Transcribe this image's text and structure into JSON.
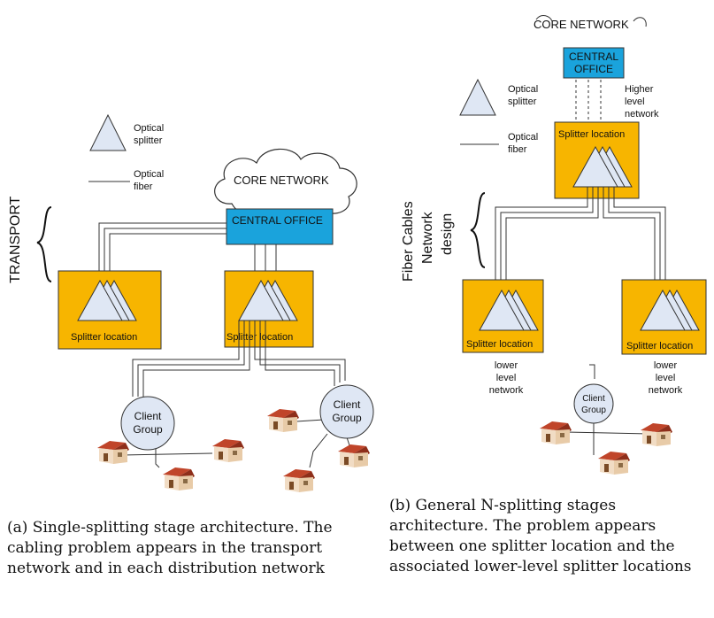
{
  "legend_a": {
    "splitter": [
      "Optical",
      "splitter"
    ],
    "fiber": [
      "Optical",
      "fiber"
    ]
  },
  "legend_b": {
    "splitter": [
      "Optical",
      "splitter"
    ],
    "fiber": [
      "Optical",
      "fiber"
    ]
  },
  "diagram_a": {
    "core": "CORE NETWORK",
    "central_office": "CENTRAL OFFICE",
    "transport": "TRANSPORT",
    "splitter_left": "Splitter location",
    "splitter_right": "Splitter location",
    "client_left": [
      "Client",
      "Group"
    ],
    "client_right": [
      "Client",
      "Group"
    ]
  },
  "diagram_b": {
    "core": "CORE NETWORK",
    "central_office": [
      "CENTRAL",
      "OFFICE"
    ],
    "higher": [
      "Higher",
      "level",
      "network"
    ],
    "top_splitter": "Splitter location",
    "side_label": [
      "Fiber Cables",
      "Network",
      "design"
    ],
    "splitter_left": "Splitter location",
    "splitter_right": "Splitter location",
    "lower_left": [
      "lower",
      "level",
      "network"
    ],
    "lower_right": [
      "lower",
      "level",
      "network"
    ],
    "client": [
      "Client",
      "Group"
    ]
  },
  "captions": {
    "a": "(a) Single-splitting stage architecture. The cabling problem appears in the transport network and in each distribution network",
    "b": "(b) General N-splitting stages architecture. The problem appears between one splitter location and the associated lower-level splitter locations"
  },
  "colors": {
    "splitter_box": "#f7b500",
    "central_office": "#1aa3dc",
    "splitter": "#dfe7f4",
    "client": "#dfe7f4",
    "roof": "#b93a22"
  }
}
